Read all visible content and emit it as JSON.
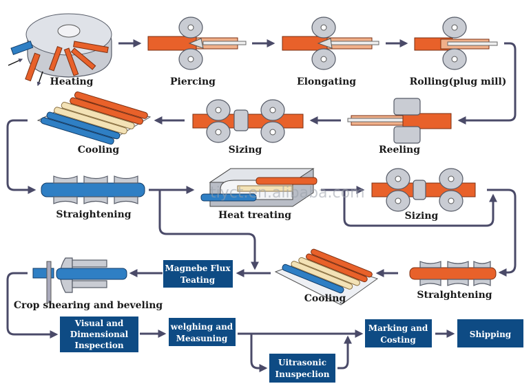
{
  "steps": {
    "heating": "Heating",
    "piercing": "Piercing",
    "elongating": "Elongating",
    "rolling": "Rolling(plug mill)",
    "reeling": "Reeling",
    "sizing1": "Sizing",
    "cooling1": "Cooling",
    "straightening1": "Straightening",
    "heat_treating": "Heat treating",
    "sizing2": "Sizing",
    "straightening2": "Stralghtening",
    "cooling2": "Cooling",
    "crop": "Crop shearing and beveling"
  },
  "boxes": {
    "magnetic": [
      "Magnebe Flux",
      "Teating"
    ],
    "visual": [
      "Visual and",
      "Dimensional",
      "Inspection"
    ],
    "weighing": [
      "welghing and",
      "Measuning"
    ],
    "ultrasonic": [
      "Uitrasonic",
      "Inuspeclion"
    ],
    "marking": [
      "Marking and",
      "Costing"
    ],
    "shipping": [
      "Shipping"
    ]
  },
  "watermark": "tiyct.en.alibaba.com",
  "colors": {
    "box": "#0e4b84",
    "arrow": "#4a4a68",
    "hot_pipe": "#e8612a",
    "cool_pipe": "#2f7fc4"
  }
}
